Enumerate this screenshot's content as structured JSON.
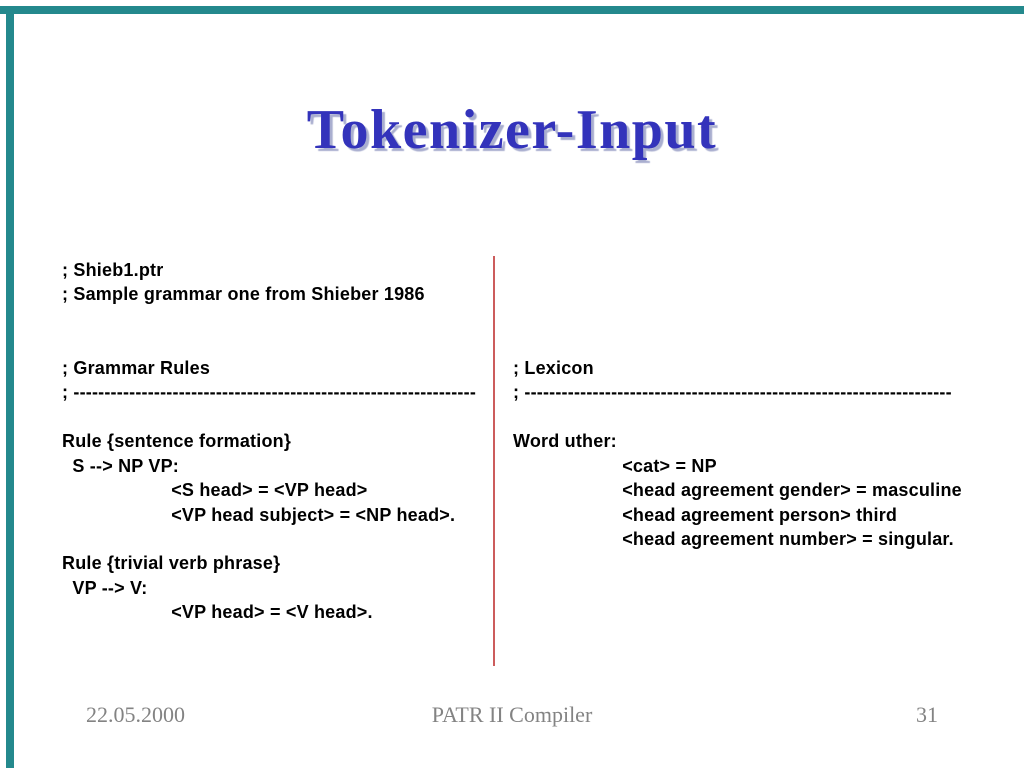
{
  "slide": {
    "title": "Tokenizer-Input",
    "left_code": "; Shieb1.ptr\n; Sample grammar one from Shieber 1986\n\n\n; Grammar Rules\n; -----------------------------------------------------------------\n\nRule {sentence formation}\n  S --> NP VP:\n                     <S head> = <VP head>\n                     <VP head subject> = <NP head>.\n\nRule {trivial verb phrase}\n  VP --> V:\n                     <VP head> = <V head>.",
    "right_code": "; Lexicon\n; ---------------------------------------------------------------------\n\nWord uther:\n                     <cat> = NP\n                     <head agreement gender> = masculine\n                     <head agreement person> third\n                     <head agreement number> = singular.",
    "footer": {
      "date": "22.05.2000",
      "title": "PATR II Compiler",
      "page_number": "31"
    },
    "colors": {
      "accent-teal": "#24898d",
      "divider-red": "#cc5c5c",
      "title-blue": "#3333bb",
      "title-shadow": "#a9aecf",
      "footer-gray": "#838383",
      "code-black": "#000000"
    }
  }
}
